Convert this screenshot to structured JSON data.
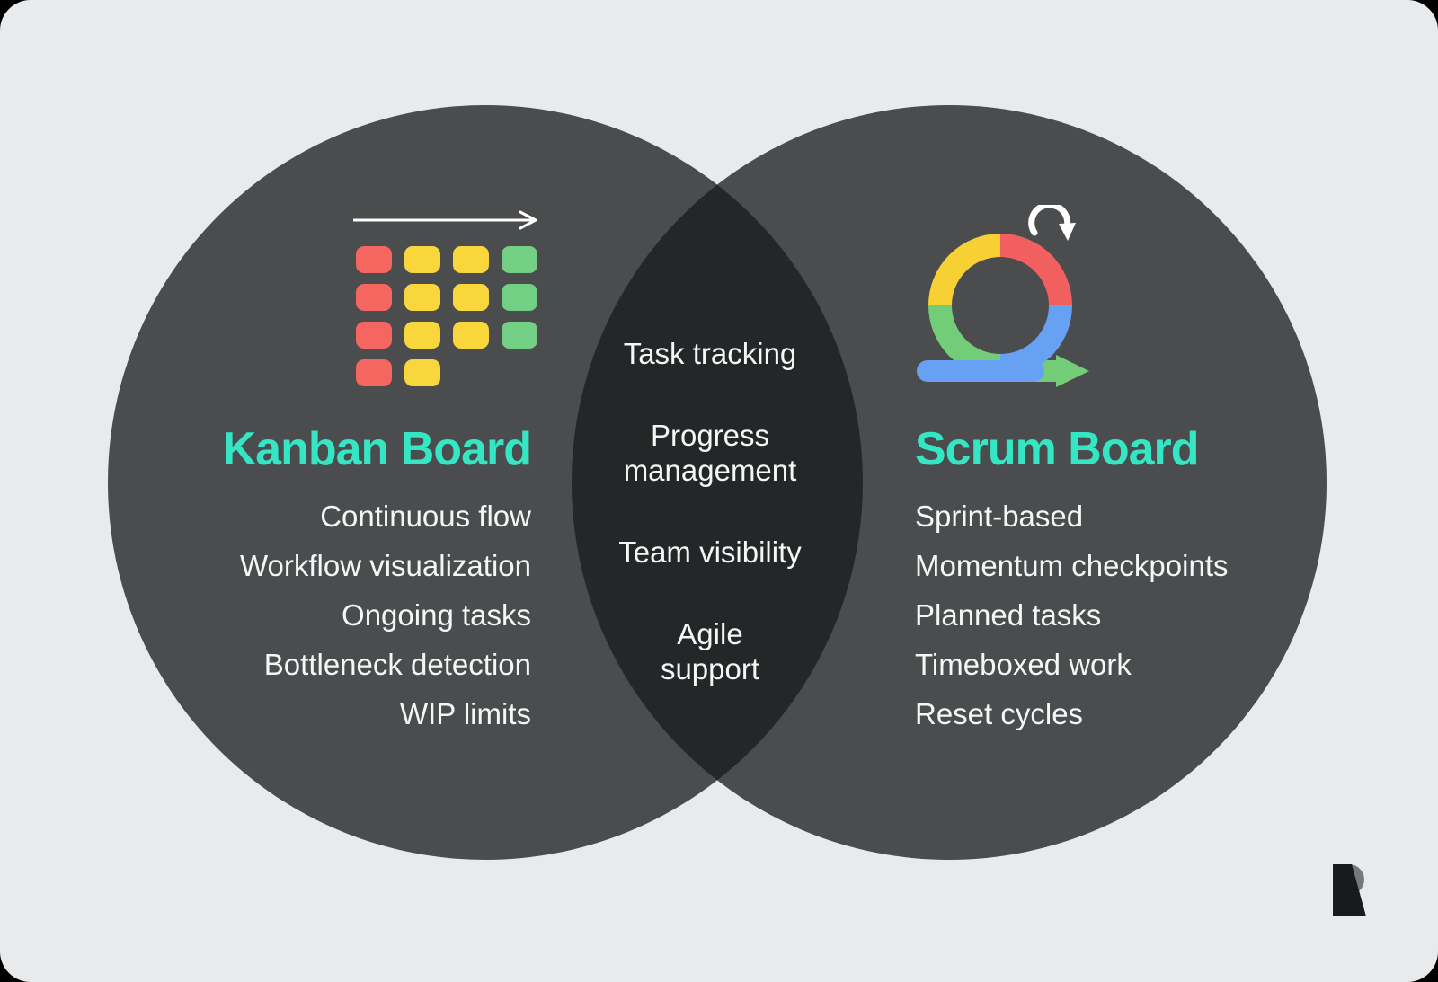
{
  "colors": {
    "canvas-bg": "#e9eaec",
    "outer-bg": "#000000",
    "circle-fill": "#4a4c4e",
    "overlap-fill": "#242628",
    "accent-teal": "#35e6c4",
    "text-light": "#f5f6f6",
    "kanban-red": "#f4665f",
    "kanban-yellow": "#f8d63c",
    "kanban-green": "#73cf83",
    "scrum-yellow": "#f7d033",
    "scrum-red": "#f15f5f",
    "scrum-blue": "#66a1f3",
    "scrum-green": "#73cd78",
    "logo-gray": "#77787b",
    "logo-dark": "#191a1c",
    "icon-white": "#ffffff"
  },
  "venn": {
    "left": {
      "title": "Kanban Board",
      "items": [
        "Continuous flow",
        "Workflow visualization",
        "Ongoing tasks",
        "Bottleneck detection",
        "WIP limits"
      ]
    },
    "overlap": {
      "items": [
        "Task tracking",
        "Progress\nmanagement",
        "Team visibility",
        "Agile\nsupport"
      ]
    },
    "right": {
      "title": "Scrum Board",
      "items": [
        "Sprint-based",
        "Momentum checkpoints",
        "Planned tasks",
        "Timeboxed work",
        "Reset cycles"
      ]
    }
  },
  "icons": {
    "kanban": "kanban-grid-with-flow-arrow",
    "scrum": "sprint-loop-with-restart-arrow",
    "logo": "letter-r-brand-mark"
  }
}
